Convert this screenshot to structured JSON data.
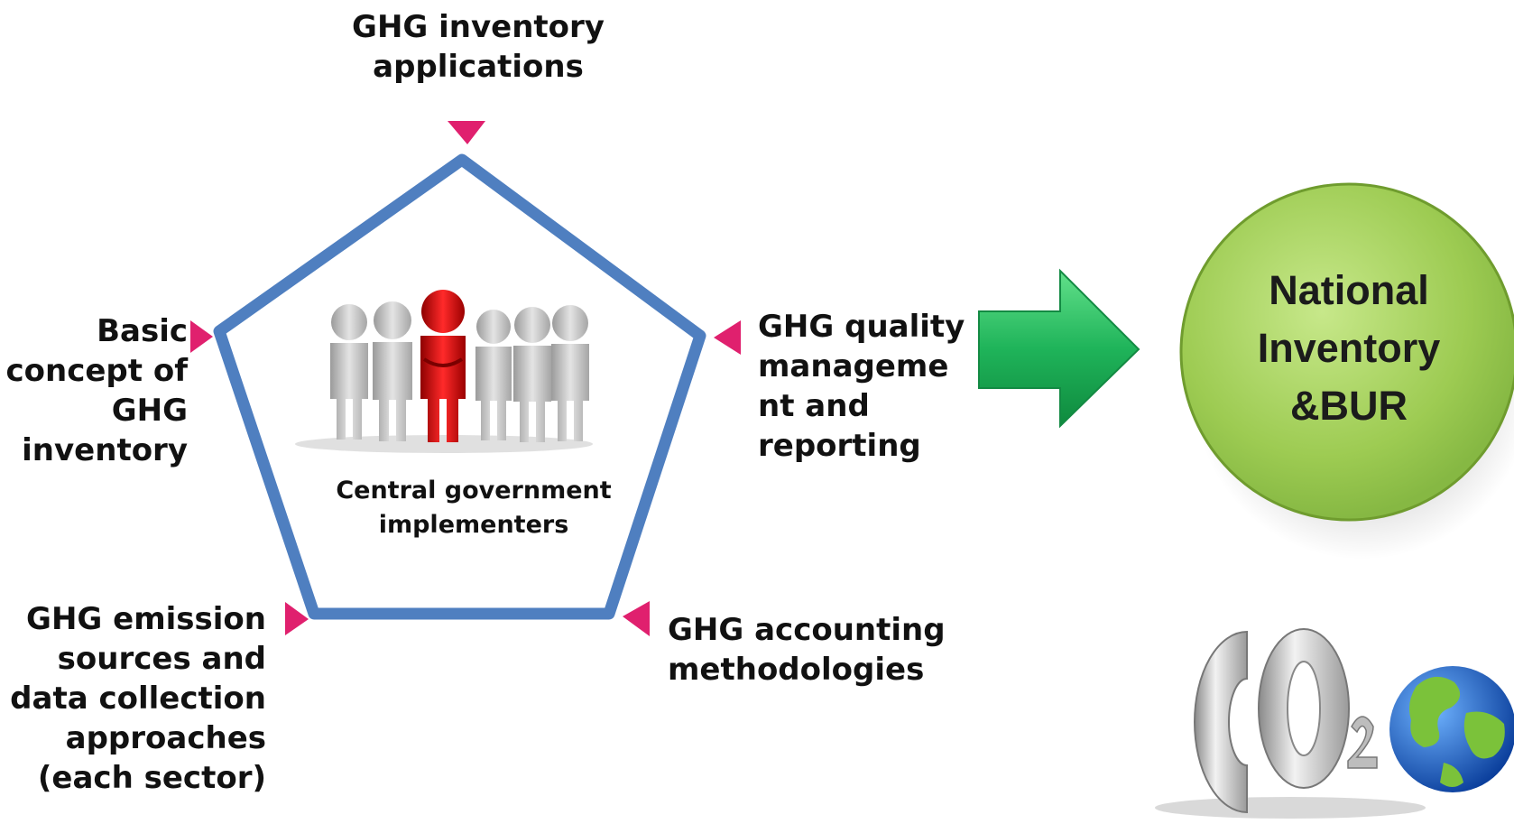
{
  "nodes": {
    "top": "GHG inventory\napplications",
    "left": "Basic\nconcept of\nGHG\ninventory",
    "right": "GHG quality\nmanageme\nnt and\nreporting",
    "bottom_left": "GHG emission\nsources and\ndata collection\napproaches\n(each sector)",
    "bottom_right": "GHG accounting\nmethodologies"
  },
  "center_caption": "Central government\nimplementers",
  "goal": "National\nInventory\n&BUR",
  "colors": {
    "pentagon": "#4f7fc0",
    "marker": "#e0206e",
    "arrow": "#1fb45a",
    "goal_circle": "#9dcb52",
    "leader_figure": "#d40000",
    "figure": "#bfbfbf"
  },
  "icons": {
    "team": "people-group-with-leader-icon",
    "co2": "co2-globe-icon"
  }
}
